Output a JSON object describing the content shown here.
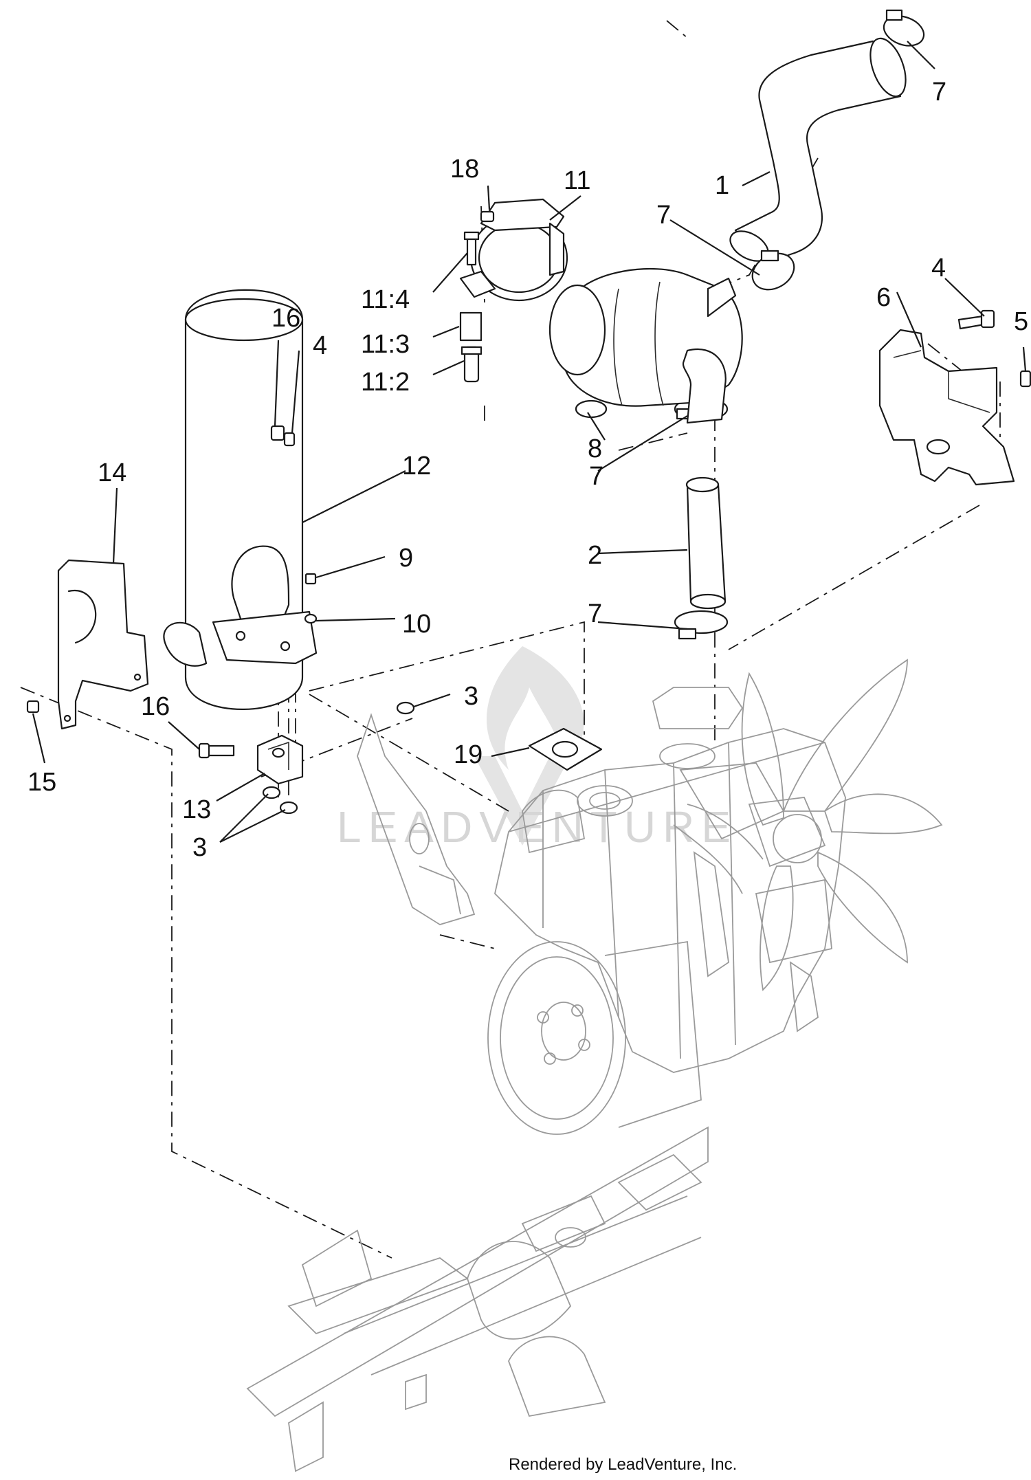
{
  "watermark": "LEADVENTURE",
  "credit": "Rendered by LeadVenture, Inc.",
  "callouts": {
    "c7a": "7",
    "c1": "1",
    "c18": "18",
    "c11": "11",
    "c7b": "7",
    "c11_4": "11:4",
    "c11_3": "11:3",
    "c11_2": "11:2",
    "c8": "8",
    "c16a": "16",
    "c4a": "4",
    "c4b": "4",
    "c6": "6",
    "c5": "5",
    "c7c": "7",
    "c12": "12",
    "c14": "14",
    "c2": "2",
    "c9": "9",
    "c10": "10",
    "c7d": "7",
    "c3a": "3",
    "c16b": "16",
    "c19": "19",
    "c15": "15",
    "c13": "13",
    "c3b": "3"
  }
}
